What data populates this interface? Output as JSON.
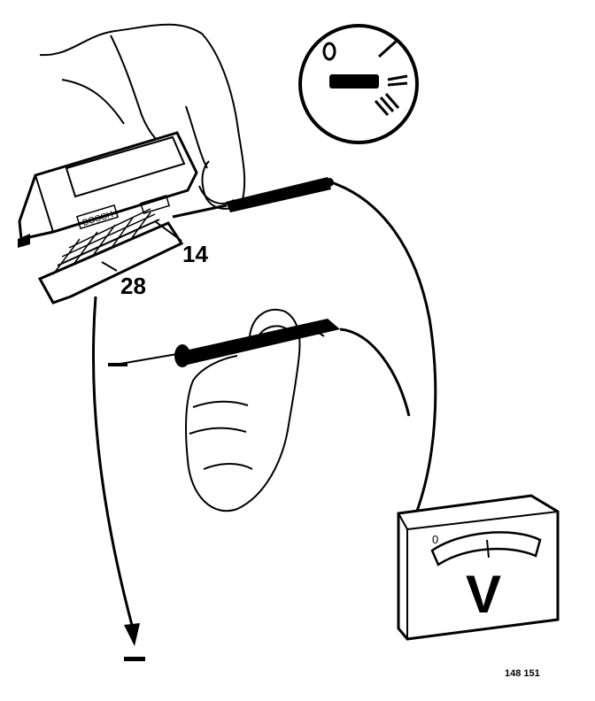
{
  "labels": {
    "pin_a": "14",
    "pin_b": "28",
    "figure_number": "148 151"
  },
  "connector": {
    "brand": "BOSCH"
  },
  "voltmeter": {
    "unit_letter": "V",
    "zero_mark": "0"
  },
  "switch_dial": {
    "zero_mark": "0"
  },
  "icons": {
    "ground": "ground-symbol-icon",
    "probe": "test-probe-icon",
    "hand": "hand-icon"
  }
}
